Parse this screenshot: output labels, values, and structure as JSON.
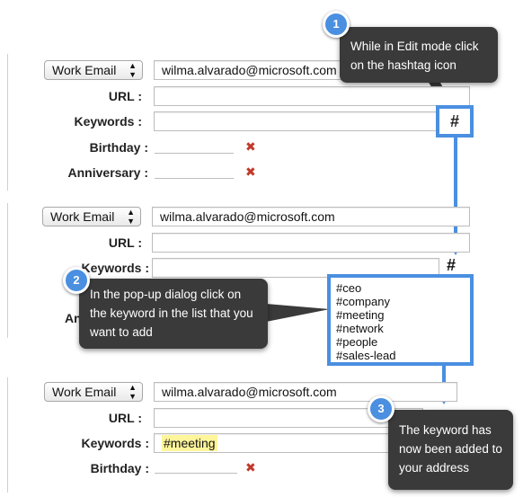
{
  "colors": {
    "accent": "#4a8fe0",
    "callout_bg": "#3a3a3a",
    "highlight": "#fff59a",
    "remove": "#c0392b"
  },
  "panel1": {
    "email_type": "Work Email",
    "email_value": "wilma.alvarado@microsoft.com",
    "url_label": "URL :",
    "keywords_label": "Keywords :",
    "birthday_label": "Birthday :",
    "anniversary_label": "Anniversary :",
    "hash_icon": "#"
  },
  "panel2": {
    "email_type": "Work Email",
    "email_value": "wilma.alvarado@microsoft.com",
    "url_label": "URL :",
    "keywords_label": "Keywords :",
    "partial_label": "An",
    "hash_icon": "#",
    "keyword_options": [
      "#ceo",
      "#company",
      "#meeting",
      "#network",
      "#people",
      "#sales-lead"
    ]
  },
  "panel3": {
    "email_type": "Work Email",
    "email_value": "wilma.alvarado@microsoft.com",
    "url_label": "URL :",
    "keywords_label": "Keywords :",
    "keyword_value": "#meeting",
    "birthday_label": "Birthday :"
  },
  "callouts": [
    {
      "badge": "1",
      "text": "While in Edit mode click on the hashtag icon"
    },
    {
      "badge": "2",
      "text": "In the pop-up dialog click on the keyword in the list that you want to add"
    },
    {
      "badge": "3",
      "text": "The keyword has now been added to your address"
    }
  ]
}
